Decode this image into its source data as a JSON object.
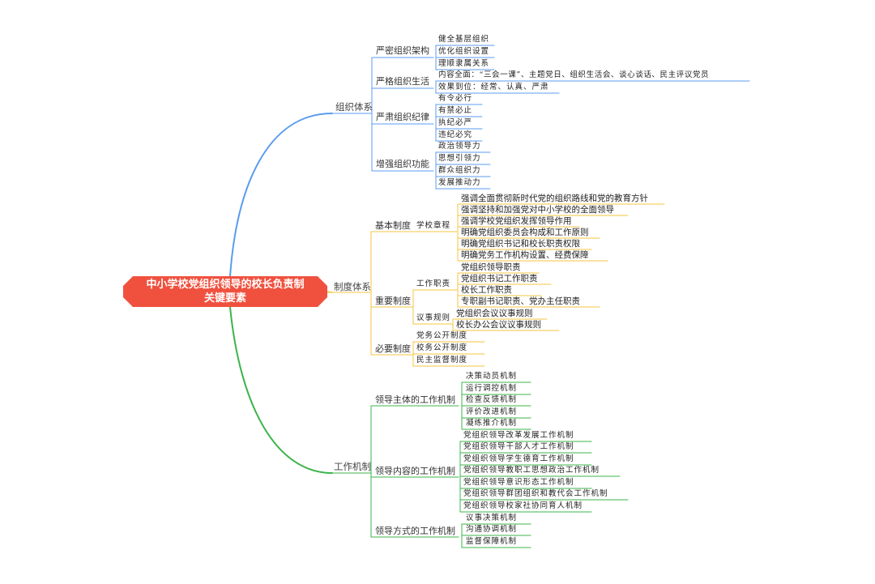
{
  "title": "中小学校党组织领导的校长负责制关键要素",
  "title_lines": [
    "中小学校党组织领导的校长负责制",
    "关键要素"
  ],
  "colors": {
    "root": "#f0513f",
    "org": "#5b9bf0",
    "system": "#f5c542",
    "mechanism": "#3cb44b"
  },
  "branches": [
    {
      "label": "组织体系",
      "children": [
        {
          "label": "严密组织架构",
          "items": [
            "健全基层组织",
            "优化组织设置",
            "理顺隶属关系"
          ]
        },
        {
          "label": "严格组织生活",
          "items": [
            "内容全面：“三会一课”、主题党日、组织生活会、谈心谈话、民主评议党员",
            "效果到位：经常、认真、严肃"
          ]
        },
        {
          "label": "严肃组织纪律",
          "items": [
            "有令必行",
            "有禁必止",
            "执纪必严",
            "违纪必究"
          ]
        },
        {
          "label": "增强组织功能",
          "items": [
            "政治领导力",
            "思想引领力",
            "群众组织力",
            "发展推动力"
          ]
        }
      ]
    },
    {
      "label": "制度体系",
      "children": [
        {
          "label": "基本制度",
          "sub": [
            {
              "label": "学校章程",
              "items": [
                "强调全面贯彻新时代党的组织路线和党的教育方针",
                "强调坚持和加强党对中小学校的全面领导",
                "强调学校党组织发挥领导作用",
                "明确党组织委员会构成和工作原则",
                "明确党组织书记和校长职责权限",
                "明确党务工作机构设置、经费保障"
              ]
            }
          ]
        },
        {
          "label": "重要制度",
          "sub": [
            {
              "label": "工作职责",
              "items": [
                "党组织领导职责",
                "党组织书记工作职责",
                "校长工作职责",
                "专职副书记职责、党办主任职责"
              ]
            },
            {
              "label": "议事规则",
              "items": [
                "党组织会议议事规则",
                "校长办公会议议事规则"
              ]
            }
          ]
        },
        {
          "label": "必要制度",
          "items": [
            "党务公开制度",
            "校务公开制度",
            "民主监督制度"
          ]
        }
      ]
    },
    {
      "label": "工作机制",
      "children": [
        {
          "label": "领导主体的工作机制",
          "items": [
            "决策动员机制",
            "运行调控机制",
            "检查反馈机制",
            "评价改进机制",
            "凝练推介机制"
          ]
        },
        {
          "label": "领导内容的工作机制",
          "items": [
            "党组织领导改革发展工作机制",
            "党组织领导干部人才工作机制",
            "党组织领导学生德育工作机制",
            "党组织领导教职工思想政治工作机制",
            "党组织领导意识形态工作机制",
            "党组织领导群团组织和教代会工作机制",
            "党组织领导校家社协同育人机制"
          ]
        },
        {
          "label": "领导方式的工作机制",
          "items": [
            "议事决策机制",
            "沟通协调机制",
            "监督保障机制"
          ]
        }
      ]
    }
  ]
}
